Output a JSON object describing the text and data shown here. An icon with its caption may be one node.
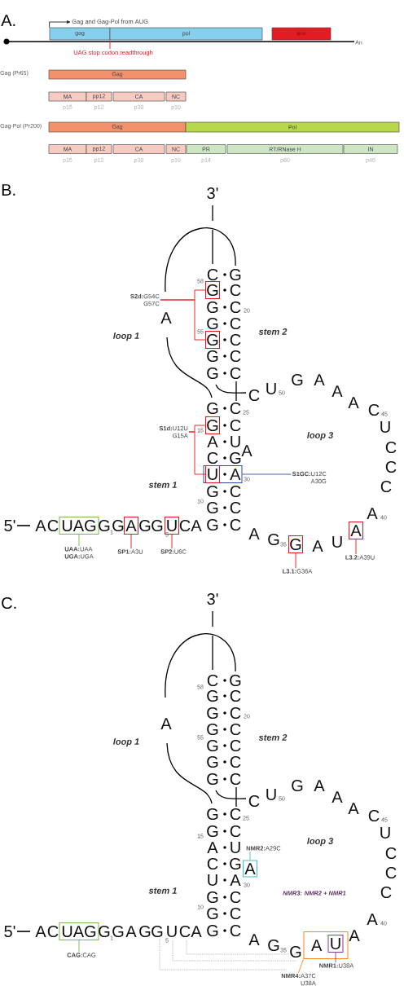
{
  "diagram": {
    "nodes": [
      {
        "text": [
          "gag"
        ]
      },
      {
        "text": [
          "pol"
        ]
      },
      {
        "text": [
          "env"
        ]
      },
      {
        "text": [
          "Gag and Gag-Pol from AUG"
        ]
      },
      {
        "text": [
          "UAG stop codon readthrough"
        ]
      },
      {
        "text": [
          "Gag"
        ],
        "beside": [
          "Gag (Pr65)"
        ]
      },
      {
        "text": [
          "MA"
        ],
        "beside": [
          "p15"
        ]
      },
      {
        "text": [
          "pp12"
        ],
        "beside": [
          "p12"
        ]
      },
      {
        "text": [
          "CA"
        ],
        "beside": [
          "p30"
        ]
      },
      {
        "text": [
          "NC"
        ],
        "beside": [
          "p10"
        ]
      },
      {
        "text": [
          "Gag"
        ],
        "beside": [
          "Gag-Pol (Pr200)"
        ]
      },
      {
        "text": [
          "Pol"
        ]
      },
      {
        "text": [
          "MA"
        ],
        "beside": [
          "p15"
        ]
      },
      {
        "text": [
          "pp12"
        ],
        "beside": [
          "p12"
        ]
      },
      {
        "text": [
          "CA"
        ],
        "beside": [
          "p30"
        ]
      },
      {
        "text": [
          "NC"
        ],
        "beside": [
          "p10"
        ]
      },
      {
        "text": [
          "PR"
        ],
        "beside": [
          "p14"
        ]
      },
      {
        "text": [
          "RT/RNase H"
        ],
        "beside": [
          "p80"
        ]
      },
      {
        "text": [
          "IN"
        ],
        "beside": [
          "p46"
        ]
      },
      {
        "text": [
          "G"
        ]
      },
      {
        "text": [
          "G"
        ]
      },
      {
        "text": [
          "**S2d:**G54C",
          "G57C"
        ]
      },
      {
        "text": [
          "G"
        ]
      },
      {
        "text": [
          "A"
        ]
      },
      {
        "text": [
          "U"
        ],
        "in": 23
      },
      {
        "text": [
          "**S1d:**U12U",
          "G15A"
        ]
      },
      {
        "text": [
          "**S1GC:**U12C",
          "A30G"
        ]
      },
      {
        "text": [
          "UAG"
        ]
      },
      {
        "text": [
          "**UAA:**UAA",
          "**UGA:**UGA"
        ]
      },
      {
        "text": [
          "A"
        ]
      },
      {
        "text": [
          "**SP1:**A3U"
        ]
      },
      {
        "text": [
          "U"
        ]
      },
      {
        "text": [
          "**SP2:**U6C"
        ]
      },
      {
        "text": [
          "G"
        ]
      },
      {
        "text": [
          "**L3.1:**G36A"
        ]
      },
      {
        "text": [
          "A"
        ]
      },
      {
        "text": [
          "**L3.2:**A39U"
        ]
      },
      {
        "text": [
          "UAG"
        ]
      },
      {
        "text": [
          "**CAG:**CAG"
        ]
      },
      {
        "text": [
          "A"
        ]
      },
      {
        "text": [
          "**NMR2:**A29C"
        ]
      },
      {
        "text": [
          "A"
        ]
      },
      {
        "text": [
          "U"
        ],
        "in": 41
      },
      {
        "text": [
          "**NMR1:**U38A"
        ]
      },
      {
        "text": [
          "**NMR4:**A37C",
          "U38A"
        ]
      }
    ],
    "edges": [
      {
        "from": 0,
        "to": 3,
        "arrow": "to",
        "color": "#222222"
      },
      {
        "from": 4,
        "to": null,
        "arrow": "none"
      },
      {
        "from": 21,
        "to": 19,
        "arrow": "none"
      },
      {
        "from": 21,
        "to": 20,
        "arrow": "none"
      },
      {
        "from": 25,
        "to": 22,
        "arrow": "none"
      },
      {
        "from": 25,
        "to": 24,
        "arrow": "none"
      },
      {
        "from": 26,
        "to": 23,
        "arrow": "none",
        "color": "#2e4fa8"
      },
      {
        "from": 28,
        "to": 27,
        "arrow": "none",
        "color": "#7ab648"
      },
      {
        "from": 30,
        "to": 29,
        "arrow": "none"
      },
      {
        "from": 32,
        "to": 31,
        "arrow": "none"
      },
      {
        "from": 34,
        "to": 33,
        "arrow": "none"
      },
      {
        "from": 36,
        "to": 35,
        "arrow": "none"
      },
      {
        "from": 38,
        "to": 37,
        "arrow": "none",
        "color": "#7ab648"
      },
      {
        "from": 40,
        "to": 39,
        "arrow": "none",
        "color": "#3fbfbf"
      },
      {
        "from": 43,
        "to": 42,
        "arrow": "none",
        "color": "#8a3a9a"
      },
      {
        "from": 44,
        "to": 41,
        "arrow": "none",
        "color": "#f08a24"
      }
    ],
    "labels": [
      "A.",
      "An",
      "B.",
      "3'",
      "C",
      "G",
      "58",
      "C",
      "G",
      "C",
      "20",
      "G",
      "C",
      "55",
      "C",
      "G",
      "C",
      "G",
      "C",
      "A",
      "loop 1",
      "stem 2",
      "C",
      "U",
      "50",
      "G",
      "A",
      "A",
      "A",
      "C",
      "45",
      "G",
      "C",
      "25",
      "15",
      "C",
      "A",
      "U",
      "C",
      "G",
      "A",
      "30",
      "G",
      "C",
      "10",
      "G",
      "C",
      "loop 3",
      "U",
      "C",
      "C",
      "C",
      "A",
      "40",
      "stem 1",
      "5'",
      "A",
      "C",
      "G",
      "1",
      "G",
      "G",
      "G",
      "5",
      "C",
      "A",
      "G",
      "C",
      "A",
      "G",
      "35",
      "A",
      "U",
      "C.",
      "3'",
      "C",
      "G",
      "58",
      "G",
      "C",
      "G",
      "C",
      "20",
      "G",
      "C",
      "55",
      "G",
      "C",
      "G",
      "C",
      "G",
      "C",
      "A",
      "loop 1",
      "stem 2",
      "C",
      "U",
      "50",
      "G",
      "A",
      "A",
      "A",
      "C",
      "45",
      "G",
      "C",
      "25",
      "15",
      "G",
      "C",
      "A",
      "U",
      "C",
      "G",
      "U",
      "A",
      "30",
      "G",
      "C",
      "10",
      "G",
      "C",
      "loop 3",
      "U",
      "C",
      "C",
      "C",
      "A",
      "40",
      "NMR3: NMR2 + NMR1",
      "stem 1",
      "5'",
      "A",
      "C",
      "G",
      "1",
      "G",
      "A",
      "G",
      "G",
      "5",
      "U",
      "C",
      "A",
      "G",
      "C",
      "A",
      "G",
      "35",
      "G",
      "A"
    ]
  }
}
